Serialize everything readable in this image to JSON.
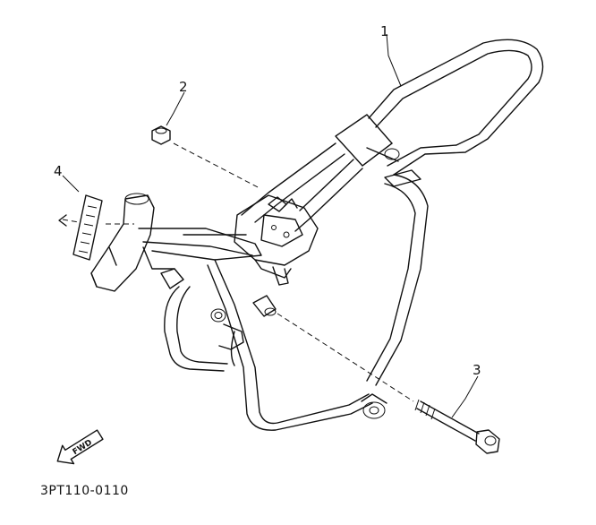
{
  "callouts": {
    "frame": "1",
    "nut": "2",
    "bolt": "3",
    "label": "4"
  },
  "fwd_label": "FWD",
  "diagram_code": "3PT110-0110"
}
